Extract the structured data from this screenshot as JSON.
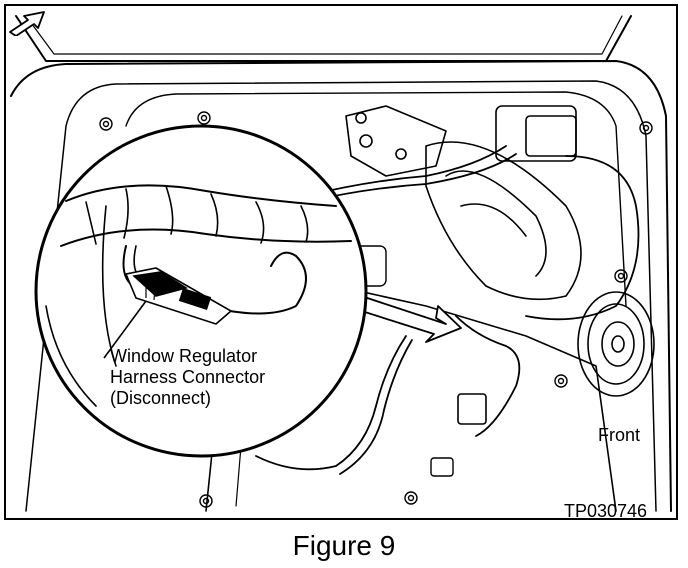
{
  "figure": {
    "caption": "Figure 9",
    "id_code": "TP030746"
  },
  "callout": {
    "line1": "Window Regulator",
    "line2": "Harness Connector",
    "line3": "(Disconnect)"
  },
  "direction": {
    "label": "Front",
    "icon": "front-arrow-icon"
  }
}
